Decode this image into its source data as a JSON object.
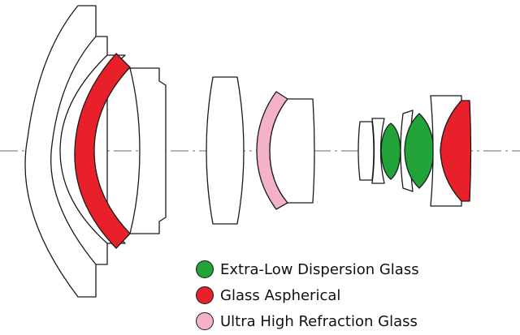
{
  "colors": {
    "ed": "#22a33a",
    "asph": "#e8202a",
    "uhr": "#f4b2c8",
    "plain": "#ffffff",
    "outline": "#1a1a1a"
  },
  "legend": [
    {
      "label": "Extra-Low Dispersion Glass",
      "color": "#22a33a"
    },
    {
      "label": "Glass Aspherical",
      "color": "#e8202a"
    },
    {
      "label": "Ultra High Refraction Glass",
      "color": "#f4b2c8"
    }
  ]
}
